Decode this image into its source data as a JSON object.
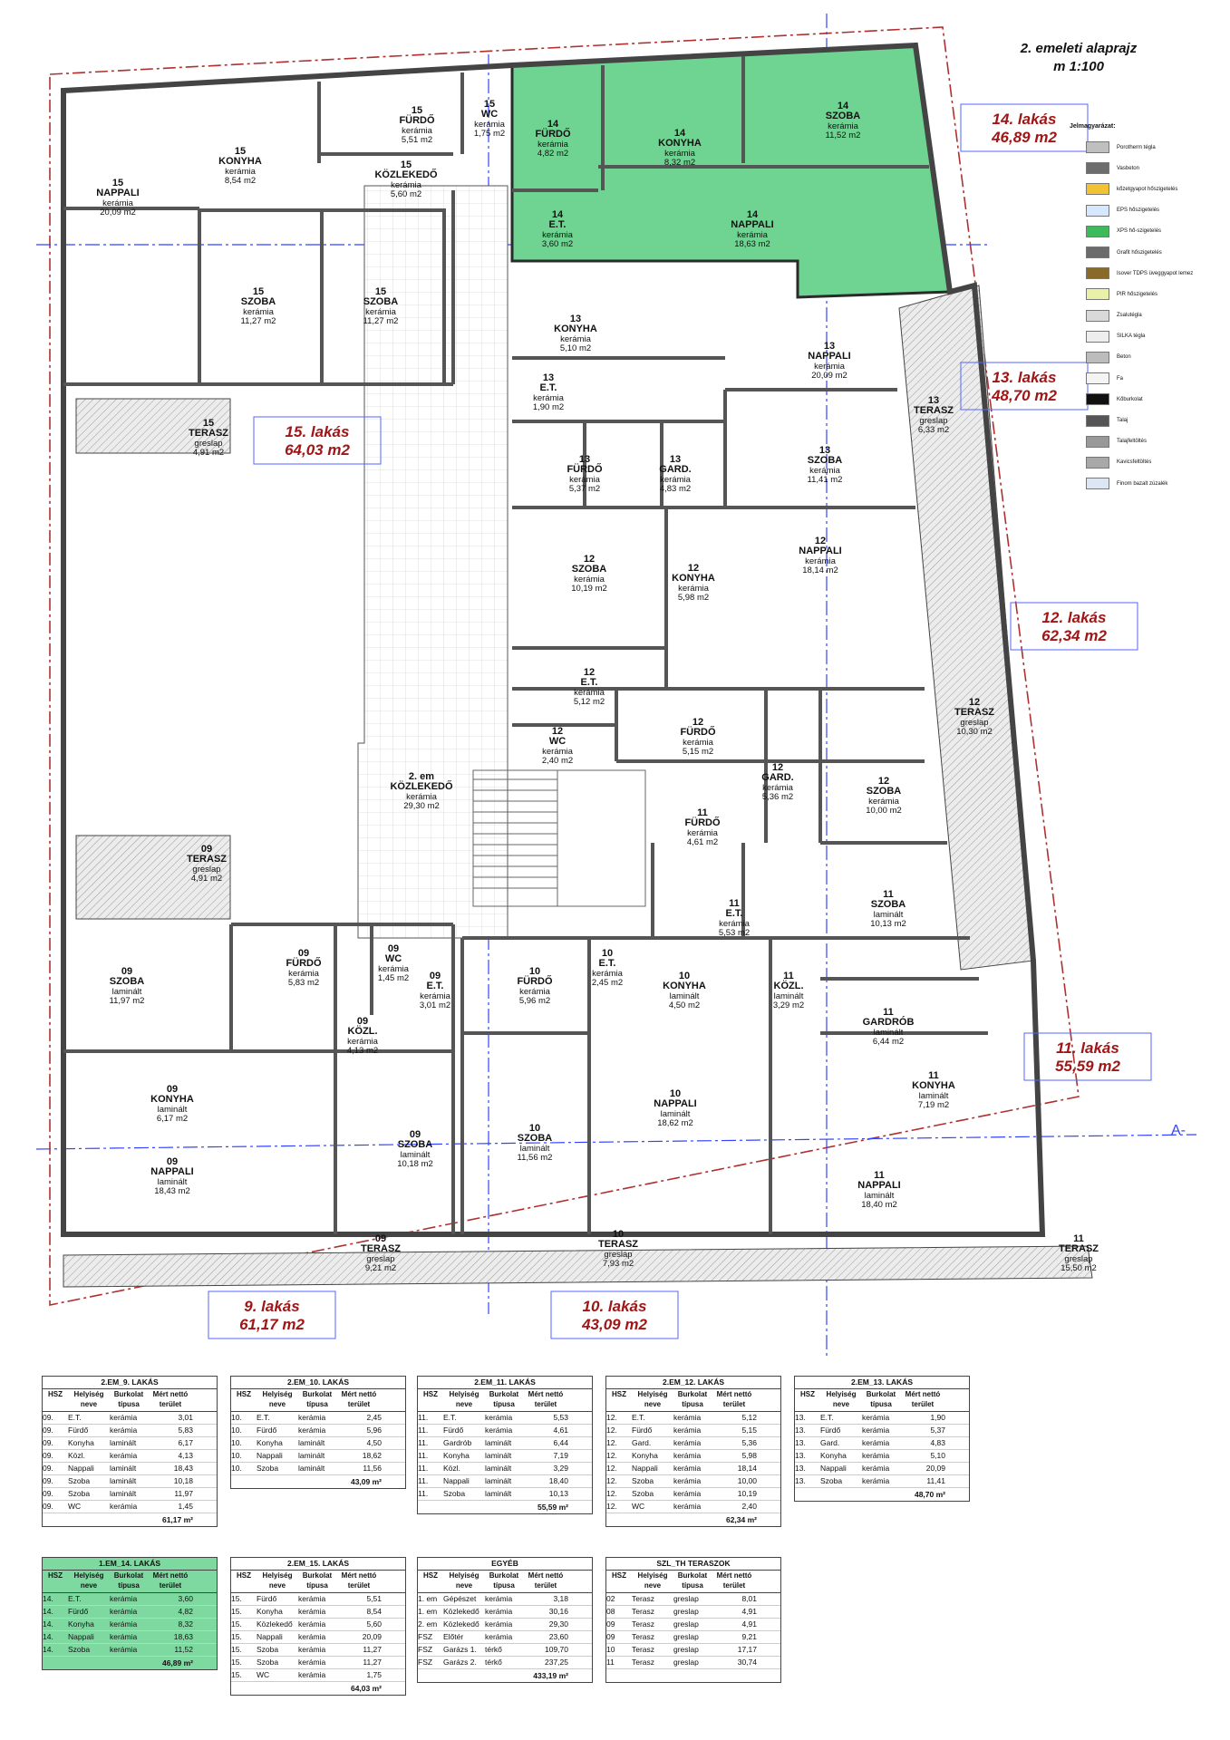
{
  "header": {
    "title": "2. emeleti alaprajz",
    "scale": "m 1:100"
  },
  "legend": {
    "heading": "Jelmagyarázat:",
    "items": [
      {
        "label": "Porotherm tégla",
        "color": "#bfbfbf"
      },
      {
        "label": "Vasbeton",
        "color": "#6d6d6d"
      },
      {
        "label": "kőzetgyapot hőszigetelés",
        "color": "#f1c232"
      },
      {
        "label": "EPS hőszigetelés",
        "color": "#d6e8ff"
      },
      {
        "label": "XPS hő-szigetelés",
        "color": "#3dbb5c"
      },
      {
        "label": "Grafit hőszigetelés",
        "color": "#6b6b6b"
      },
      {
        "label": "Isover TDPS üveggyapot lemez",
        "color": "#8a6a2a"
      },
      {
        "label": "PIR hőszigetelés",
        "color": "#e9f0a8"
      },
      {
        "label": "Zsalutégla",
        "color": "#d9d9d9"
      },
      {
        "label": "SILKA tégla",
        "color": "#eeeeee"
      },
      {
        "label": "Beton",
        "color": "#bcbcbc"
      },
      {
        "label": "Fa",
        "color": "#f4f4f4"
      },
      {
        "label": "Kőburkolat",
        "color": "#111111"
      },
      {
        "label": "Talaj",
        "color": "#555555"
      },
      {
        "label": "Talajfeltöltés",
        "color": "#999999"
      },
      {
        "label": "Kavicsfeltöltés",
        "color": "#a8a8a8"
      },
      {
        "label": "Finom bazalt zúzalék",
        "color": "#dde7f3"
      }
    ]
  },
  "apartments": [
    {
      "name": "14. lakás",
      "area": "46,89 m2"
    },
    {
      "name": "13. lakás",
      "area": "48,70 m2"
    },
    {
      "name": "12. lakás",
      "area": "62,34 m2"
    },
    {
      "name": "11. lakás",
      "area": "55,59 m2"
    },
    {
      "name": "15. lakás",
      "area": "64,03 m2"
    },
    {
      "name": "9. lakás",
      "area": "61,17 m2"
    },
    {
      "name": "10. lakás",
      "area": "43,09 m2"
    }
  ],
  "rooms": [
    {
      "num": "15",
      "name": "NAPPALI",
      "mat": "kerámia",
      "area": "20,09 m2"
    },
    {
      "num": "15",
      "name": "KONYHA",
      "mat": "kerámia",
      "area": "8,54 m2"
    },
    {
      "num": "15",
      "name": "FÜRDŐ",
      "mat": "kerámia",
      "area": "5,51 m2"
    },
    {
      "num": "15",
      "name": "WC",
      "mat": "kerámia",
      "area": "1,75 m2"
    },
    {
      "num": "15",
      "name": "KÖZLEKEDŐ",
      "mat": "kerámia",
      "area": "5,60 m2"
    },
    {
      "num": "15",
      "name": "SZOBA",
      "mat": "kerámia",
      "area": "11,27 m2"
    },
    {
      "num": "15",
      "name": "SZOBA",
      "mat": "kerámia",
      "area": "11,27 m2"
    },
    {
      "num": "15",
      "name": "TERASZ",
      "mat": "greslap",
      "area": "4,91 m2"
    },
    {
      "num": "14",
      "name": "FÜRDŐ",
      "mat": "kerámia",
      "area": "4,82 m2"
    },
    {
      "num": "14",
      "name": "KONYHA",
      "mat": "kerámia",
      "area": "8,32 m2"
    },
    {
      "num": "14",
      "name": "SZOBA",
      "mat": "kerámia",
      "area": "11,52 m2"
    },
    {
      "num": "14",
      "name": "E.T.",
      "mat": "kerámia",
      "area": "3,60 m2"
    },
    {
      "num": "14",
      "name": "NAPPALI",
      "mat": "kerámia",
      "area": "18,63 m2"
    },
    {
      "num": "13",
      "name": "KONYHA",
      "mat": "kerámia",
      "area": "5,10 m2"
    },
    {
      "num": "13",
      "name": "NAPPALI",
      "mat": "kerámia",
      "area": "20,09 m2"
    },
    {
      "num": "13",
      "name": "E.T.",
      "mat": "kerámia",
      "area": "1,90 m2"
    },
    {
      "num": "13",
      "name": "FÜRDŐ",
      "mat": "kerámia",
      "area": "5,37 m2"
    },
    {
      "num": "13",
      "name": "GARD.",
      "mat": "kerámia",
      "area": "4,83 m2"
    },
    {
      "num": "13",
      "name": "SZOBA",
      "mat": "kerámia",
      "area": "11,41 m2"
    },
    {
      "num": "13",
      "name": "TERASZ",
      "mat": "greslap",
      "area": "6,33 m2"
    },
    {
      "num": "12",
      "name": "SZOBA",
      "mat": "kerámia",
      "area": "10,19 m2"
    },
    {
      "num": "12",
      "name": "KONYHA",
      "mat": "kerámia",
      "area": "5,98 m2"
    },
    {
      "num": "12",
      "name": "NAPPALI",
      "mat": "kerámia",
      "area": "18,14 m2"
    },
    {
      "num": "12",
      "name": "E.T.",
      "mat": "kerámia",
      "area": "5,12 m2"
    },
    {
      "num": "12",
      "name": "FÜRDŐ",
      "mat": "kerámia",
      "area": "5,15 m2"
    },
    {
      "num": "12",
      "name": "WC",
      "mat": "kerámia",
      "area": "2,40 m2"
    },
    {
      "num": "12",
      "name": "GARD.",
      "mat": "kerámia",
      "area": "5,36 m2"
    },
    {
      "num": "12",
      "name": "SZOBA",
      "mat": "kerámia",
      "area": "10,00 m2"
    },
    {
      "num": "12",
      "name": "TERASZ",
      "mat": "greslap",
      "area": "10,30 m2"
    },
    {
      "num": "2. em",
      "name": "KÖZLEKEDŐ",
      "mat": "kerámia",
      "area": "29,30 m2"
    },
    {
      "num": "11",
      "name": "FÜRDŐ",
      "mat": "kerámia",
      "area": "4,61 m2"
    },
    {
      "num": "11",
      "name": "E.T.",
      "mat": "kerámia",
      "area": "5,53 m2"
    },
    {
      "num": "11",
      "name": "SZOBA",
      "mat": "laminált",
      "area": "10,13 m2"
    },
    {
      "num": "11",
      "name": "KÖZL.",
      "mat": "laminált",
      "area": "3,29 m2"
    },
    {
      "num": "11",
      "name": "GARDRÓB",
      "mat": "laminált",
      "area": "6,44 m2"
    },
    {
      "num": "11",
      "name": "KONYHA",
      "mat": "laminált",
      "area": "7,19 m2"
    },
    {
      "num": "11",
      "name": "NAPPALI",
      "mat": "laminált",
      "area": "18,40 m2"
    },
    {
      "num": "11",
      "name": "TERASZ",
      "mat": "greslap",
      "area": "15,50 m2"
    },
    {
      "num": "10",
      "name": "FÜRDŐ",
      "mat": "kerámia",
      "area": "5,96 m2"
    },
    {
      "num": "10",
      "name": "E.T.",
      "mat": "kerámia",
      "area": "2,45 m2"
    },
    {
      "num": "10",
      "name": "KONYHA",
      "mat": "laminált",
      "area": "4,50 m2"
    },
    {
      "num": "10",
      "name": "SZOBA",
      "mat": "laminált",
      "area": "11,56 m2"
    },
    {
      "num": "10",
      "name": "NAPPALI",
      "mat": "laminált",
      "area": "18,62 m2"
    },
    {
      "num": "10",
      "name": "TERASZ",
      "mat": "greslap",
      "area": "7,93 m2"
    },
    {
      "num": "09",
      "name": "TERASZ",
      "mat": "greslap",
      "area": "4,91 m2"
    },
    {
      "num": "09",
      "name": "SZOBA",
      "mat": "laminált",
      "area": "11,97 m2"
    },
    {
      "num": "09",
      "name": "FÜRDŐ",
      "mat": "kerámia",
      "area": "5,83 m2"
    },
    {
      "num": "09",
      "name": "WC",
      "mat": "kerámia",
      "area": "1,45 m2"
    },
    {
      "num": "09",
      "name": "E.T.",
      "mat": "kerámia",
      "area": "3,01 m2"
    },
    {
      "num": "09",
      "name": "KÖZL.",
      "mat": "kerámia",
      "area": "4,13 m2"
    },
    {
      "num": "09",
      "name": "KONYHA",
      "mat": "laminált",
      "area": "6,17 m2"
    },
    {
      "num": "09",
      "name": "NAPPALI",
      "mat": "laminált",
      "area": "18,43 m2"
    },
    {
      "num": "09",
      "name": "SZOBA",
      "mat": "laminált",
      "area": "10,18 m2"
    },
    {
      "num": "09",
      "name": "TERASZ",
      "mat": "greslap",
      "area": "9,21 m2"
    }
  ],
  "section_marker": "A-",
  "tables": [
    {
      "title": "2.EM_9. LAKÁS",
      "h": [
        "HSZ",
        "Helyiség neve",
        "Burkolat típusa",
        "Mért nettó terület"
      ],
      "green": false,
      "rows": [
        [
          "09.",
          "E.T.",
          "kerámia",
          "3,01"
        ],
        [
          "09.",
          "Fürdő",
          "kerámia",
          "5,83"
        ],
        [
          "09.",
          "Konyha",
          "laminált",
          "6,17"
        ],
        [
          "09.",
          "Közl.",
          "kerámia",
          "4,13"
        ],
        [
          "09.",
          "Nappali",
          "laminált",
          "18,43"
        ],
        [
          "09.",
          "Szoba",
          "laminált",
          "10,18"
        ],
        [
          "09.",
          "Szoba",
          "laminált",
          "11,97"
        ],
        [
          "09.",
          "WC",
          "kerámia",
          "1,45"
        ]
      ],
      "total": "61,17 m²"
    },
    {
      "title": "2.EM_10. LAKÁS",
      "h": [
        "HSZ",
        "Helyiség neve",
        "Burkolat típusa",
        "Mért nettó terület"
      ],
      "green": false,
      "rows": [
        [
          "10.",
          "E.T.",
          "kerámia",
          "2,45"
        ],
        [
          "10.",
          "Fürdő",
          "kerámia",
          "5,96"
        ],
        [
          "10.",
          "Konyha",
          "laminált",
          "4,50"
        ],
        [
          "10.",
          "Nappali",
          "laminált",
          "18,62"
        ],
        [
          "10.",
          "Szoba",
          "laminált",
          "11,56"
        ]
      ],
      "total": "43,09 m²"
    },
    {
      "title": "2.EM_11. LAKÁS",
      "h": [
        "HSZ",
        "Helyiség neve",
        "Burkolat típusa",
        "Mért nettó terület"
      ],
      "green": false,
      "rows": [
        [
          "11.",
          "E.T.",
          "kerámia",
          "5,53"
        ],
        [
          "11.",
          "Fürdő",
          "kerámia",
          "4,61"
        ],
        [
          "11.",
          "Gardrób",
          "laminált",
          "6,44"
        ],
        [
          "11.",
          "Konyha",
          "laminált",
          "7,19"
        ],
        [
          "11.",
          "Közl.",
          "laminált",
          "3,29"
        ],
        [
          "11.",
          "Nappali",
          "laminált",
          "18,40"
        ],
        [
          "11.",
          "Szoba",
          "laminált",
          "10,13"
        ]
      ],
      "total": "55,59 m²"
    },
    {
      "title": "2.EM_12. LAKÁS",
      "h": [
        "HSZ",
        "Helyiség neve",
        "Burkolat típusa",
        "Mért nettó terület"
      ],
      "green": false,
      "rows": [
        [
          "12.",
          "E.T.",
          "kerámia",
          "5,12"
        ],
        [
          "12.",
          "Fürdő",
          "kerámia",
          "5,15"
        ],
        [
          "12.",
          "Gard.",
          "kerámia",
          "5,36"
        ],
        [
          "12.",
          "Konyha",
          "kerámia",
          "5,98"
        ],
        [
          "12.",
          "Nappali",
          "kerámia",
          "18,14"
        ],
        [
          "12.",
          "Szoba",
          "kerámia",
          "10,00"
        ],
        [
          "12.",
          "Szoba",
          "kerámia",
          "10,19"
        ],
        [
          "12.",
          "WC",
          "kerámia",
          "2,40"
        ]
      ],
      "total": "62,34 m²"
    },
    {
      "title": "2.EM_13. LAKÁS",
      "h": [
        "HSZ",
        "Helyiség neve",
        "Burkolat típusa",
        "Mért nettó terület"
      ],
      "green": false,
      "rows": [
        [
          "13.",
          "E.T.",
          "kerámia",
          "1,90"
        ],
        [
          "13.",
          "Fürdő",
          "kerámia",
          "5,37"
        ],
        [
          "13.",
          "Gard.",
          "kerámia",
          "4,83"
        ],
        [
          "13.",
          "Konyha",
          "kerámia",
          "5,10"
        ],
        [
          "13.",
          "Nappali",
          "kerámia",
          "20,09"
        ],
        [
          "13.",
          "Szoba",
          "kerámia",
          "11,41"
        ]
      ],
      "total": "48,70 m²"
    },
    {
      "title": "1.EM_14. LAKÁS",
      "h": [
        "HSZ",
        "Helyiség neve",
        "Burkolat típusa",
        "Mért nettó terület"
      ],
      "green": true,
      "rows": [
        [
          "14.",
          "E.T.",
          "kerámia",
          "3,60"
        ],
        [
          "14.",
          "Fürdő",
          "kerámia",
          "4,82"
        ],
        [
          "14.",
          "Konyha",
          "kerámia",
          "8,32"
        ],
        [
          "14.",
          "Nappali",
          "kerámia",
          "18,63"
        ],
        [
          "14.",
          "Szoba",
          "kerámia",
          "11,52"
        ]
      ],
      "total": "46,89 m²"
    },
    {
      "title": "2.EM_15. LAKÁS",
      "h": [
        "HSZ",
        "Helyiség neve",
        "Burkolat típusa",
        "Mért nettó terület"
      ],
      "green": false,
      "rows": [
        [
          "15.",
          "Fürdő",
          "kerámia",
          "5,51"
        ],
        [
          "15.",
          "Konyha",
          "kerámia",
          "8,54"
        ],
        [
          "15.",
          "Közlekedő",
          "kerámia",
          "5,60"
        ],
        [
          "15.",
          "Nappali",
          "kerámia",
          "20,09"
        ],
        [
          "15.",
          "Szoba",
          "kerámia",
          "11,27"
        ],
        [
          "15.",
          "Szoba",
          "kerámia",
          "11,27"
        ],
        [
          "15.",
          "WC",
          "kerámia",
          "1,75"
        ]
      ],
      "total": "64,03 m²"
    },
    {
      "title": "EGYÉB",
      "h": [
        "HSZ",
        "Helyiség neve",
        "Burkolat típusa",
        "Mért nettó terület"
      ],
      "green": false,
      "rows": [
        [
          "1. em",
          "Gépészet",
          "kerámia",
          "3,18"
        ],
        [
          "1. em",
          "Közlekedő",
          "kerámia",
          "30,16"
        ],
        [
          "2. em",
          "Közlekedő",
          "kerámia",
          "29,30"
        ],
        [
          "FSZ",
          "Előtér",
          "kerámia",
          "23,60"
        ],
        [
          "FSZ",
          "Garázs 1.",
          "térkő",
          "109,70"
        ],
        [
          "FSZ",
          "Garázs 2.",
          "térkő",
          "237,25"
        ]
      ],
      "total": "433,19 m²"
    },
    {
      "title": "SZL_TH TERASZOK",
      "h": [
        "HSZ",
        "Helyiség neve",
        "Burkolat típusa",
        "Mért nettó terület"
      ],
      "green": false,
      "rows": [
        [
          "02",
          "Terasz",
          "greslap",
          "8,01"
        ],
        [
          "08",
          "Terasz",
          "greslap",
          "4,91"
        ],
        [
          "09",
          "Terasz",
          "greslap",
          "4,91"
        ],
        [
          "09",
          "Terasz",
          "greslap",
          "9,21"
        ],
        [
          "10",
          "Terasz",
          "greslap",
          "17,17"
        ],
        [
          "11",
          "Terasz",
          "greslap",
          "30,74"
        ]
      ],
      "total": ""
    }
  ]
}
